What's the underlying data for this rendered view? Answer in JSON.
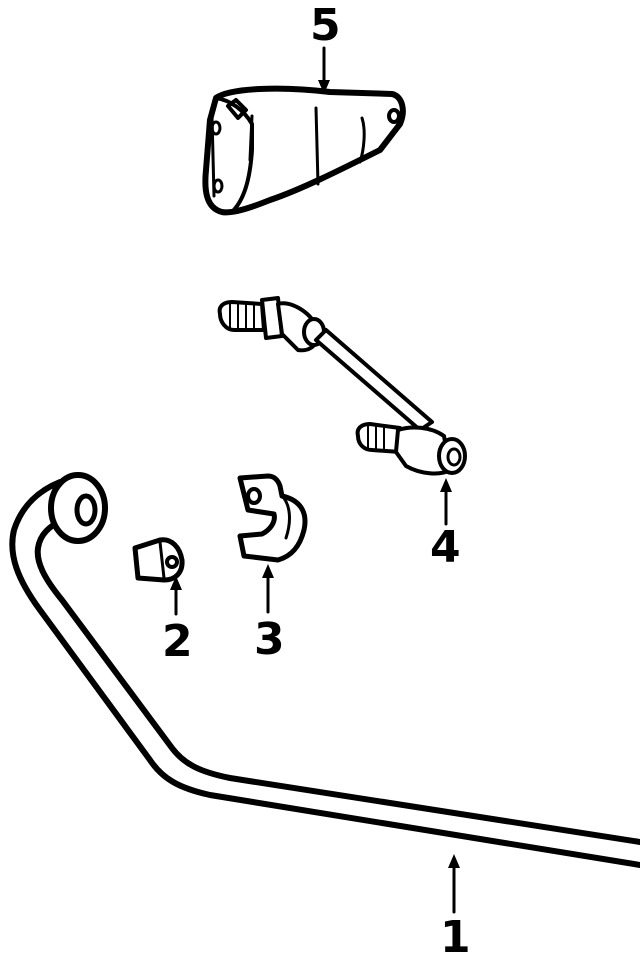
{
  "diagram": {
    "parts": [
      {
        "id": "1",
        "label": "1"
      },
      {
        "id": "2",
        "label": "2"
      },
      {
        "id": "3",
        "label": "3"
      },
      {
        "id": "4",
        "label": "4"
      },
      {
        "id": "5",
        "label": "5"
      }
    ]
  }
}
